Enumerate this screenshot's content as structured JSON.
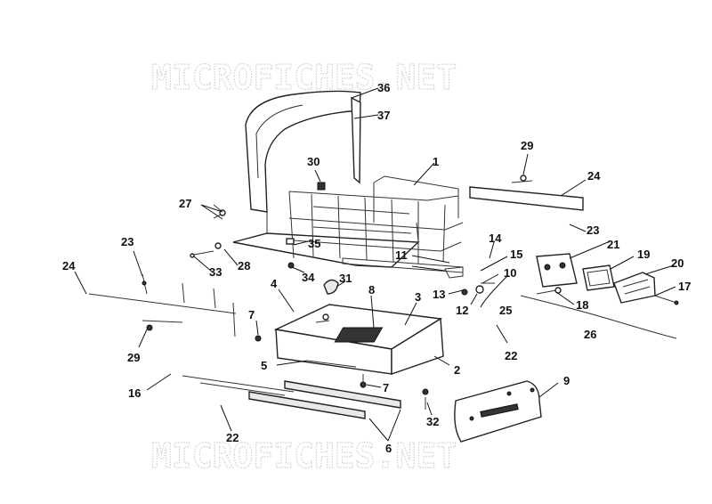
{
  "watermarks": [
    "MICROFICHES.NET",
    "MICROFICHES.NET"
  ],
  "callouts": [
    "1",
    "2",
    "3",
    "4",
    "5",
    "6",
    "7",
    "7",
    "8",
    "9",
    "10",
    "11",
    "12",
    "13",
    "14",
    "15",
    "16",
    "17",
    "18",
    "19",
    "20",
    "21",
    "22",
    "22",
    "23",
    "23",
    "24",
    "24",
    "25",
    "26",
    "27",
    "28",
    "29",
    "29",
    "30",
    "31",
    "32",
    "33",
    "34",
    "35",
    "36",
    "37"
  ]
}
